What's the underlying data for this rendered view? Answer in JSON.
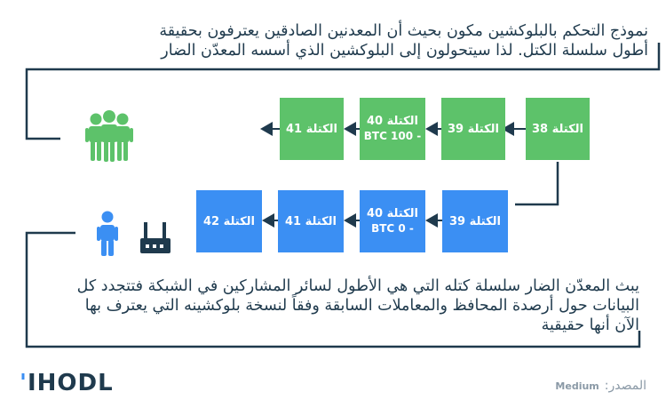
{
  "top_text": {
    "line1": "نموذج التحكم بالبلوكشين مكون بحيث أن المعدنين الصادقين يعترفون بحقيقة",
    "line2": "أطول سلسلة الكتل. لذا سيتحولون إلى البلوكشين الذي أسسه المعدّن الضار"
  },
  "honest_chain": {
    "block38": "الكتلة 38",
    "block39": "الكتلة 39",
    "block40": "الكتلة 40",
    "block40_tx": "BTC 100 -",
    "block41": "الكتلة 41"
  },
  "attacker_chain": {
    "block39": "الكتلة 39",
    "block40": "الكتلة 40",
    "block40_tx": "BTC 0 -",
    "block41": "الكتلة 41",
    "block42": "الكتلة 42"
  },
  "bottom_text": {
    "line1": "يبث المعدّن الضار سلسلة كتله التي هي الأطول لسائر المشاركين في الشبكة فتتجدد كل",
    "line2": "البيانات حول أرصدة المحافظ والمعاملات السابقة وفقاً لنسخة بلوكشينه التي يعترف بها",
    "line3": "الآن أنها حقيقية"
  },
  "footer": {
    "logo_prefix": "'",
    "logo_text": "IHODL",
    "source_label": "المصدر:",
    "source_name": "Medium"
  },
  "colors": {
    "green": "#5dc26a",
    "blue": "#3b8ff3",
    "dark": "#1f3a4d"
  },
  "icons": {
    "group": "people-group-icon",
    "person": "person-icon",
    "router": "router-icon"
  }
}
